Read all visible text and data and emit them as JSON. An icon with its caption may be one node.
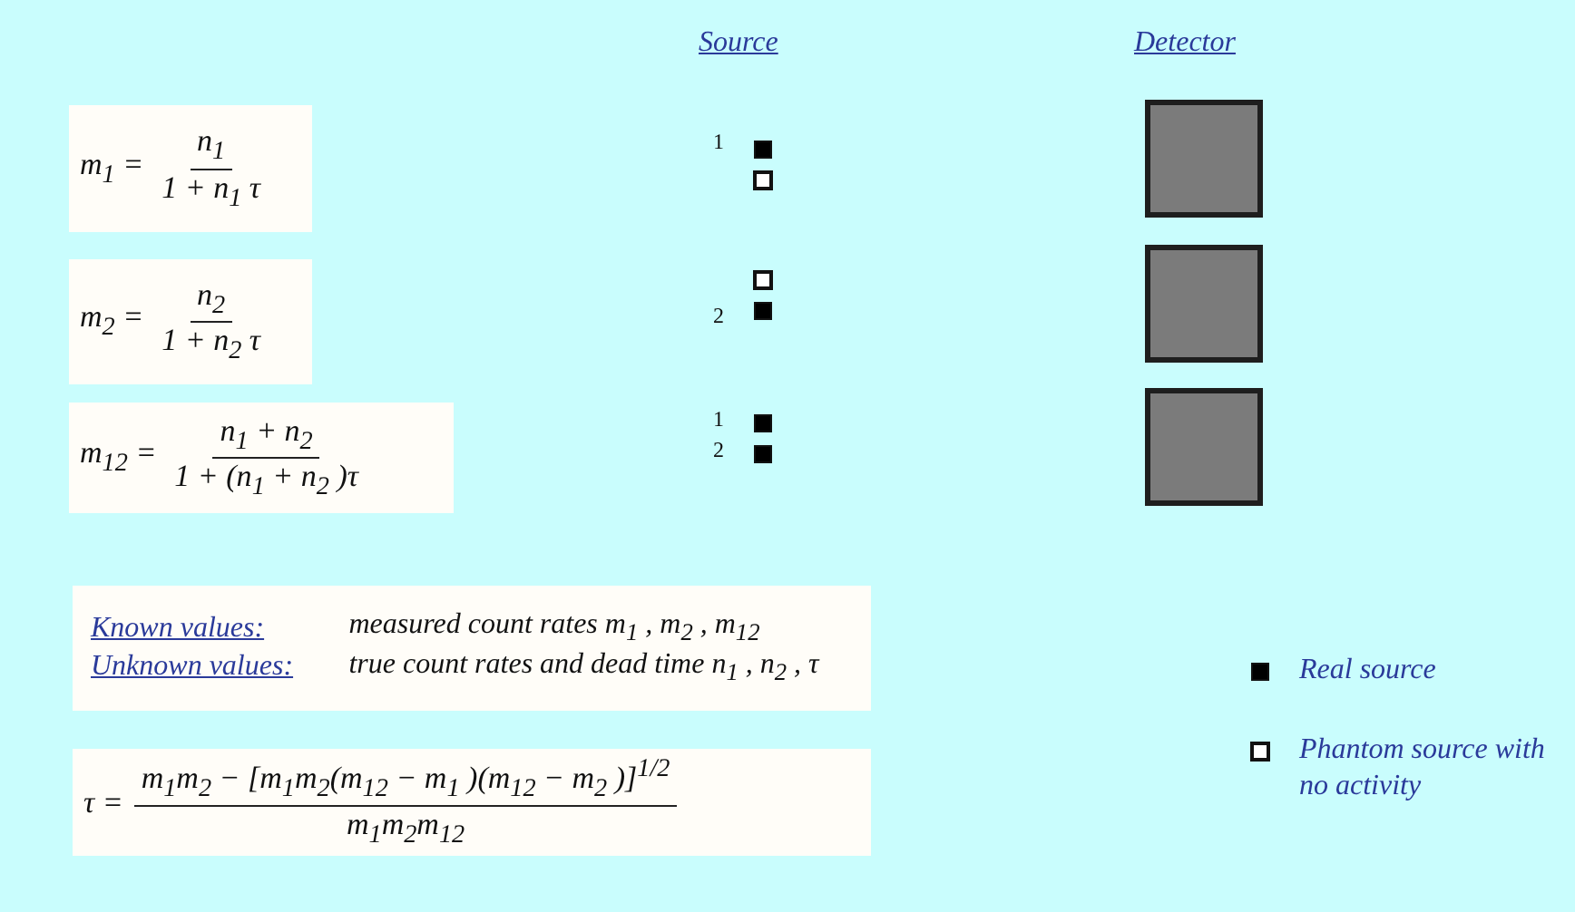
{
  "diagram": {
    "nodes": [
      {
        "text": [
          "m$_{1}$ =",
          "n$_{1}$",
          "1 + n$_{1}$ τ"
        ]
      },
      {
        "text": [
          "m$_{2}$ =",
          "n$_{2}$",
          "1 + n$_{2}$ τ"
        ]
      },
      {
        "text": [
          "m$_{12}$ =",
          "n$_{1}$ + n$_{2}$",
          "1 + (n$_{1}$ + n$_{2}$ )τ"
        ]
      },
      {
        "text": [],
        "shape": "box"
      },
      {
        "text": [],
        "shape": "box"
      },
      {
        "text": [],
        "shape": "box"
      },
      {
        "text": [
          "Known values:",
          "measured count rates m$_{1}$ , m$_{2}$ , m$_{12}$",
          "Unknown values:",
          "true count rates and dead time n$_{1}$ , n$_{2}$ , τ"
        ]
      },
      {
        "text": [
          "τ =",
          "m$_{1}$m$_{2}$ − [m$_{1}$m$_{2}$(m$_{12}$ − m$_{1}$ )(m$_{12}$ − m$_{2}$ )]$^{1/2}$",
          "m$_{1}$m$_{2}$m$_{12}$"
        ]
      }
    ],
    "edges": [],
    "labels": [
      "Source",
      "Detector",
      "1",
      "2",
      "1",
      "2"
    ],
    "legend": [
      {
        "text": "Real source"
      },
      {
        "text": "Phantom source with no activity"
      }
    ]
  }
}
